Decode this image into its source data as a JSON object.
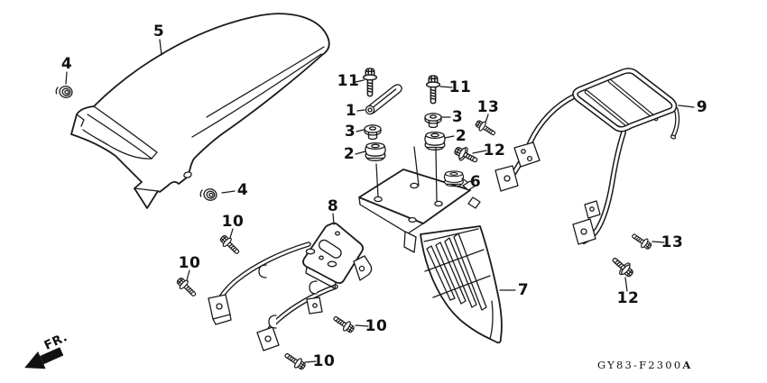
{
  "figure": {
    "drawing_code": "GY83-F2300",
    "drawing_code_suffix": "A",
    "direction_label": "FR.",
    "colors": {
      "line": "#1a1a1a",
      "background": "#ffffff"
    },
    "callouts": [
      {
        "label": "5"
      },
      {
        "label": "4"
      },
      {
        "label": "4"
      },
      {
        "label": "11"
      },
      {
        "label": "1"
      },
      {
        "label": "3"
      },
      {
        "label": "2"
      },
      {
        "label": "11"
      },
      {
        "label": "3"
      },
      {
        "label": "2"
      },
      {
        "label": "13"
      },
      {
        "label": "12"
      },
      {
        "label": "6"
      },
      {
        "label": "8"
      },
      {
        "label": "10"
      },
      {
        "label": "10"
      },
      {
        "label": "10"
      },
      {
        "label": "10"
      },
      {
        "label": "7"
      },
      {
        "label": "9"
      },
      {
        "label": "13"
      },
      {
        "label": "12"
      }
    ]
  }
}
